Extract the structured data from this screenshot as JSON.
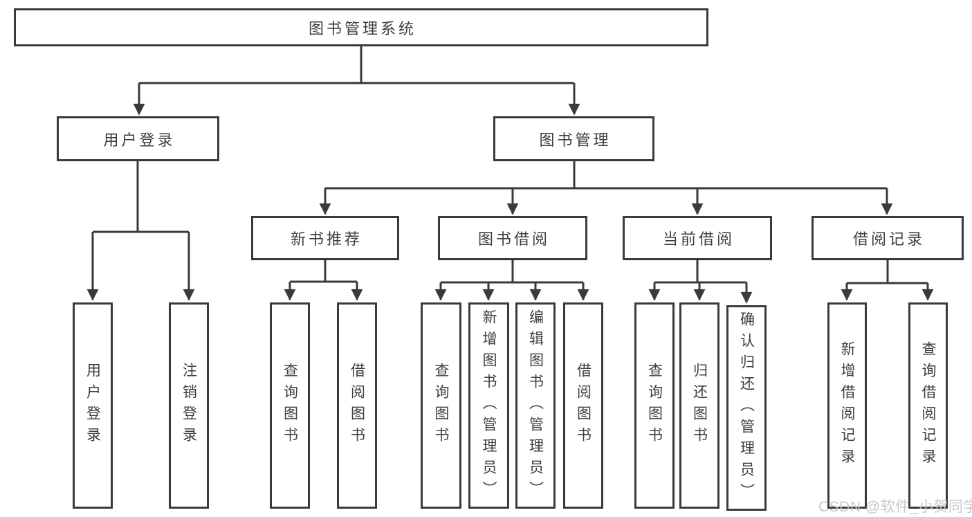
{
  "diagram": {
    "root": {
      "label": "图书管理系统"
    },
    "branches": [
      {
        "label": "用户登录",
        "children": [
          {
            "label": "用户登录"
          },
          {
            "label": "注销登录"
          }
        ]
      },
      {
        "label": "图书管理",
        "children": [
          {
            "label": "新书推荐",
            "children": [
              {
                "label": "查询图书"
              },
              {
                "label": "借阅图书"
              }
            ]
          },
          {
            "label": "图书借阅",
            "children": [
              {
                "label": "查询图书"
              },
              {
                "label": "新增图书（管理员）"
              },
              {
                "label": "编辑图书（管理员）"
              },
              {
                "label": "借阅图书"
              }
            ]
          },
          {
            "label": "当前借阅",
            "children": [
              {
                "label": "查询图书"
              },
              {
                "label": "归还图书"
              },
              {
                "label": "确认归还（管理员）"
              }
            ]
          },
          {
            "label": "借阅记录",
            "children": [
              {
                "label": "新增借阅记录"
              },
              {
                "label": "查询借阅记录"
              }
            ]
          }
        ]
      }
    ]
  },
  "watermark": {
    "text": "CSDN @软件_小贺同学"
  },
  "colors": {
    "line": "#3a3a3a",
    "text": "#3d3d3d",
    "box_background": "#ffffff",
    "watermark": "#c4c4c4",
    "page_background": "#ffffff"
  }
}
